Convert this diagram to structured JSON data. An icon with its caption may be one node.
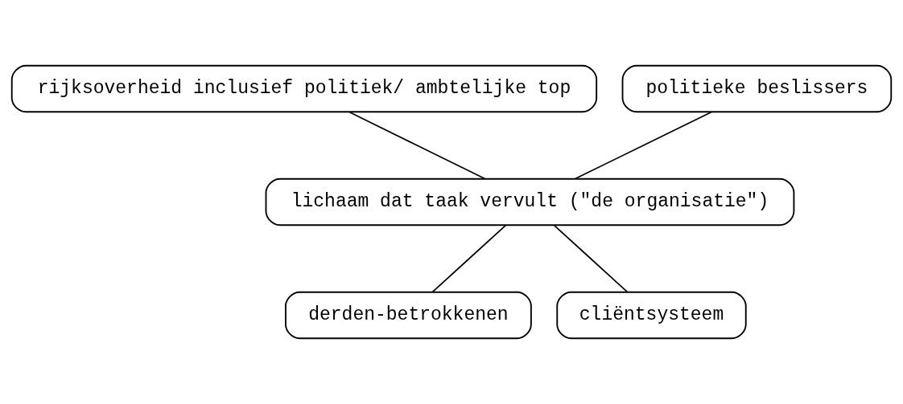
{
  "diagram": {
    "nodes": [
      {
        "text": [
          "rijksoverheid inclusief politiek/ ambtelijke top"
        ]
      },
      {
        "text": [
          "politieke beslissers"
        ]
      },
      {
        "text": [
          "lichaam dat taak vervult (\"de organisatie\")"
        ]
      },
      {
        "text": [
          "derden-betrokkenen"
        ]
      },
      {
        "text": [
          "cliëntsysteem"
        ]
      }
    ],
    "edges": [
      {
        "from": 0,
        "to": 2,
        "arrow": "none"
      },
      {
        "from": 1,
        "to": 2,
        "arrow": "none"
      },
      {
        "from": 2,
        "to": 3,
        "arrow": "none"
      },
      {
        "from": 2,
        "to": 4,
        "arrow": "none"
      }
    ]
  }
}
